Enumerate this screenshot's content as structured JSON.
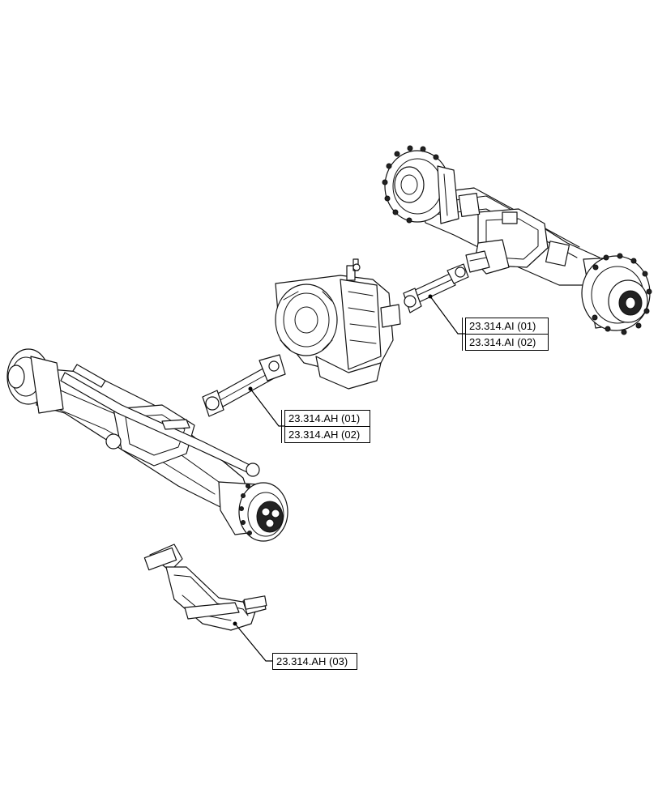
{
  "callouts": {
    "rear_axle_shaft": [
      "23.314.AI (01)",
      "23.314.AI (02)"
    ],
    "front_axle_shaft": [
      "23.314.AH (01)",
      "23.314.AH (02)"
    ],
    "guard_plate": [
      "23.314.AH (03)"
    ]
  },
  "colors": {
    "line": "#111111",
    "background": "#ffffff"
  }
}
